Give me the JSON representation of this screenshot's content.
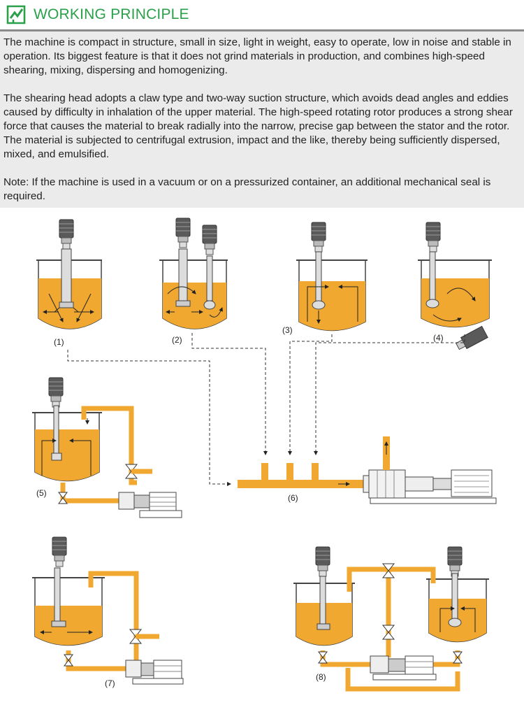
{
  "header": {
    "title": "WORKING PRINCIPLE",
    "logo_icon": "green-check-logo-icon",
    "accent_color": "#2aa04a"
  },
  "paragraphs": {
    "p1": "The machine is compact in structure, small in size, light in weight, easy to operate, low in noise and stable in operation. Its biggest feature is that it does not grind materials in production, and combines high-speed shearing, mixing, dispersing and homogenizing.",
    "p2": "The shearing head adopts a claw type and two-way suction structure, which avoids dead angles and eddies caused by difficulty in inhalation of the upper material. The high-speed rotating rotor produces a strong shear force that causes the material to break radially into the narrow, precise gap between the stator and the rotor. The material is subjected to centrifugal extrusion, impact and the like, thereby being sufficiently dispersed, mixed, and emulsified.",
    "p3": "Note: If the machine is used in a vacuum or on a pressurized container, an additional mechanical seal is required."
  },
  "diagram": {
    "labels": {
      "d1": "(1)",
      "d2": "(2)",
      "d3": "(3)",
      "d4": "(4)",
      "d5": "(5)",
      "d6": "(6)",
      "d7": "(7)",
      "d8": "(8)"
    },
    "colors": {
      "fluid": "#f0a830",
      "pipe": "#f0a830",
      "outline": "#444444",
      "motor": "#5a5a5a"
    }
  }
}
